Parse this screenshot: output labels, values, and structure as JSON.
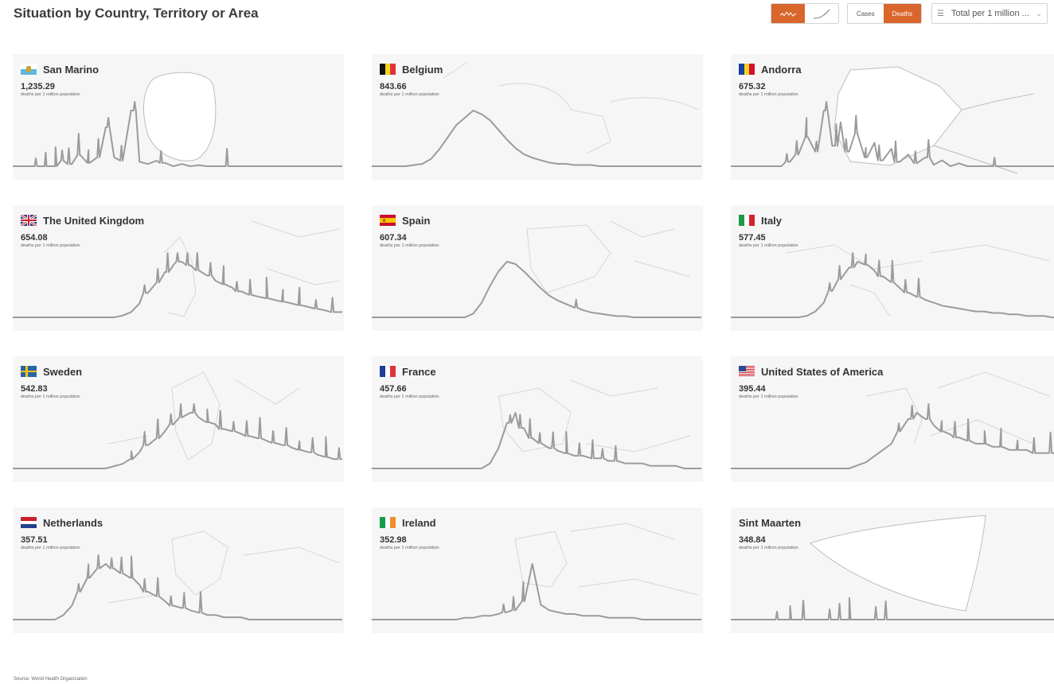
{
  "title": "Situation by Country, Territory or Area",
  "controls": {
    "chart_modes": [
      {
        "icon": "daily-line-icon",
        "active": true
      },
      {
        "icon": "cumulative-curve-icon",
        "active": false
      }
    ],
    "metric_cases": "Cases",
    "metric_deaths": "Deaths",
    "metric_active": "Deaths",
    "dropdown_label": "Total per 1 million ..."
  },
  "source": "Source: World Health Organization",
  "colors": {
    "accent": "#d9662d",
    "line": "#9b9b9b",
    "card_bg": "#f6f6f6",
    "map_stroke": "#d6d6d6"
  },
  "chart_data": [
    {
      "type": "line",
      "title": "San Marino",
      "value": "1,235.29",
      "unit": "deaths per 1 million population",
      "flag": "sm-flag",
      "peak_position": 0.17,
      "spikes": [
        0.07,
        0.1,
        0.13,
        0.15,
        0.17,
        0.2,
        0.23,
        0.26,
        0.29,
        0.33,
        0.37,
        0.45,
        0.65
      ],
      "values": [
        0,
        0,
        0,
        0,
        0,
        0,
        5,
        2,
        10,
        3,
        8,
        35,
        8,
        5,
        50,
        4,
        2,
        5,
        3,
        0,
        2,
        0,
        1,
        0,
        0,
        0,
        0,
        0,
        0,
        0,
        0,
        0,
        0,
        0,
        0,
        0,
        0,
        0,
        0,
        0
      ]
    },
    {
      "type": "line",
      "title": "Belgium",
      "value": "843.66",
      "unit": "deaths per 1 million population",
      "flag": "be-flag",
      "peak_position": 0.44,
      "spikes": [],
      "values": [
        0,
        0,
        0,
        0,
        0,
        1,
        2,
        6,
        14,
        24,
        34,
        40,
        46,
        43,
        38,
        30,
        22,
        15,
        10,
        7,
        5,
        3,
        2,
        2,
        1,
        1,
        1,
        0,
        0,
        0,
        0,
        0,
        0,
        0,
        0,
        0,
        0,
        0,
        0,
        0
      ]
    },
    {
      "type": "line",
      "title": "Andorra",
      "value": "675.32",
      "unit": "deaths per 1 million population",
      "flag": "ad-flag",
      "peak_position": 0.26,
      "spikes": [
        0.17,
        0.2,
        0.23,
        0.26,
        0.29,
        0.32,
        0.35,
        0.38,
        0.41,
        0.45,
        0.5,
        0.56,
        0.6,
        0.8
      ],
      "values": [
        0,
        0,
        0,
        0,
        0,
        0,
        0,
        3,
        8,
        20,
        10,
        38,
        14,
        30,
        10,
        22,
        6,
        16,
        4,
        12,
        3,
        8,
        2,
        6,
        1,
        4,
        0,
        2,
        0,
        0,
        0,
        0,
        0,
        0,
        0,
        0,
        0,
        0,
        0,
        0
      ]
    },
    {
      "type": "line",
      "title": "The United Kingdom",
      "value": "654.08",
      "unit": "deaths per 1 million population",
      "flag": "gb-flag",
      "peak_position": 0.5,
      "spikes": [
        0.4,
        0.44,
        0.47,
        0.5,
        0.53,
        0.56,
        0.6,
        0.64,
        0.68,
        0.72,
        0.77,
        0.82,
        0.87,
        0.92,
        0.97
      ],
      "values": [
        0,
        0,
        0,
        0,
        0,
        0,
        0,
        0,
        0,
        0,
        0,
        0,
        0,
        1,
        3,
        8,
        14,
        20,
        26,
        30,
        32,
        30,
        27,
        24,
        21,
        19,
        17,
        15,
        13,
        12,
        11,
        10,
        9,
        8,
        7,
        6,
        5,
        4,
        3,
        3
      ]
    },
    {
      "type": "line",
      "title": "Spain",
      "value": "607.34",
      "unit": "deaths per 1 million population",
      "flag": "es-flag",
      "peak_position": 0.37,
      "spikes": [
        0.62
      ],
      "values": [
        0,
        0,
        0,
        0,
        0,
        0,
        0,
        0,
        0,
        0,
        0,
        0,
        3,
        12,
        26,
        38,
        46,
        44,
        38,
        31,
        24,
        18,
        14,
        11,
        8,
        6,
        4,
        3,
        2,
        1,
        1,
        0,
        0,
        0,
        0,
        0,
        0,
        0,
        0,
        0
      ]
    },
    {
      "type": "line",
      "title": "Italy",
      "value": "577.45",
      "unit": "deaths per 1 million population",
      "flag": "it-flag",
      "peak_position": 0.37,
      "spikes": [
        0.3,
        0.33,
        0.37,
        0.41,
        0.45,
        0.49,
        0.53,
        0.57
      ],
      "values": [
        0,
        0,
        0,
        0,
        0,
        0,
        0,
        0,
        0,
        1,
        4,
        10,
        18,
        26,
        34,
        38,
        36,
        32,
        28,
        24,
        20,
        17,
        14,
        12,
        10,
        8,
        7,
        6,
        5,
        4,
        4,
        3,
        3,
        2,
        2,
        1,
        1,
        1,
        0,
        0
      ]
    },
    {
      "type": "line",
      "title": "Sweden",
      "value": "542.83",
      "unit": "deaths per 1 million population",
      "flag": "se-flag",
      "peak_position": 0.5,
      "spikes": [
        0.36,
        0.4,
        0.44,
        0.48,
        0.51,
        0.55,
        0.59,
        0.63,
        0.67,
        0.71,
        0.75,
        0.79,
        0.83,
        0.87,
        0.91,
        0.95,
        0.99
      ],
      "values": [
        0,
        0,
        0,
        0,
        0,
        0,
        0,
        0,
        0,
        0,
        0,
        0,
        1,
        2,
        4,
        7,
        10,
        13,
        16,
        19,
        22,
        24,
        22,
        20,
        19,
        17,
        16,
        15,
        14,
        13,
        12,
        11,
        10,
        9,
        8,
        7,
        6,
        5,
        4,
        4
      ]
    },
    {
      "type": "line",
      "title": "France",
      "value": "457.66",
      "unit": "deaths per 1 million population",
      "flag": "fr-flag",
      "peak_position": 0.42,
      "spikes": [
        0.42,
        0.45,
        0.48,
        0.51,
        0.55,
        0.59,
        0.63,
        0.67,
        0.7,
        0.74
      ],
      "values": [
        0,
        0,
        0,
        0,
        0,
        0,
        0,
        0,
        0,
        0,
        0,
        0,
        0,
        0,
        2,
        8,
        18,
        22,
        16,
        12,
        10,
        8,
        7,
        6,
        5,
        5,
        4,
        4,
        3,
        3,
        2,
        2,
        2,
        1,
        1,
        1,
        1,
        0,
        0,
        0
      ]
    },
    {
      "type": "line",
      "title": "United States of America",
      "value": "395.44",
      "unit": "deaths per 1 million population",
      "flag": "us-flag",
      "peak_position": 0.51,
      "spikes": [
        0.51,
        0.55,
        0.6,
        0.64,
        0.68,
        0.72,
        0.77,
        0.82,
        0.87,
        0.92,
        0.97
      ],
      "values": [
        0,
        0,
        0,
        0,
        0,
        0,
        0,
        0,
        0,
        0,
        0,
        0,
        0,
        0,
        0,
        1,
        2,
        4,
        6,
        8,
        12,
        16,
        18,
        16,
        14,
        12,
        11,
        10,
        9,
        8,
        8,
        7,
        7,
        6,
        6,
        6,
        5,
        5,
        5,
        5
      ]
    },
    {
      "type": "line",
      "title": "Netherlands",
      "value": "357.51",
      "unit": "deaths per 1 million population",
      "flag": "nl-flag",
      "peak_position": 0.3,
      "spikes": [
        0.2,
        0.23,
        0.26,
        0.3,
        0.33,
        0.36,
        0.4,
        0.44,
        0.48,
        0.52,
        0.57
      ],
      "values": [
        0,
        0,
        0,
        0,
        0,
        0,
        2,
        6,
        12,
        18,
        22,
        24,
        22,
        20,
        18,
        15,
        12,
        10,
        8,
        6,
        5,
        4,
        3,
        2,
        2,
        1,
        1,
        1,
        0,
        0,
        0,
        0,
        0,
        0,
        0,
        0,
        0,
        0,
        0,
        0
      ]
    },
    {
      "type": "line",
      "title": "Ireland",
      "value": "352.98",
      "unit": "deaths per 1 million population",
      "flag": "ie-flag",
      "peak_position": 0.43,
      "spikes": [
        0.4,
        0.43,
        0.46
      ],
      "values": [
        0,
        0,
        0,
        0,
        0,
        0,
        0,
        0,
        0,
        0,
        0,
        1,
        1,
        2,
        2,
        3,
        4,
        5,
        10,
        30,
        8,
        5,
        4,
        3,
        3,
        2,
        2,
        2,
        1,
        1,
        1,
        1,
        0,
        0,
        0,
        0,
        0,
        0,
        0,
        0
      ]
    },
    {
      "type": "line",
      "title": "Sint Maarten",
      "value": "348.84",
      "unit": "deaths per 1 million population",
      "flag": "",
      "peak_position": 0.18,
      "spikes": [
        0.14,
        0.18,
        0.22,
        0.3,
        0.33,
        0.36,
        0.44,
        0.47
      ],
      "values": [
        0,
        0,
        0,
        0,
        0,
        0,
        0,
        0,
        0,
        0,
        0,
        0,
        0,
        0,
        0,
        0,
        0,
        0,
        0,
        0,
        0,
        0,
        0,
        0,
        0,
        0,
        0,
        0,
        0,
        0,
        0,
        0,
        0,
        0,
        0,
        0,
        0,
        0,
        0,
        0
      ]
    }
  ]
}
